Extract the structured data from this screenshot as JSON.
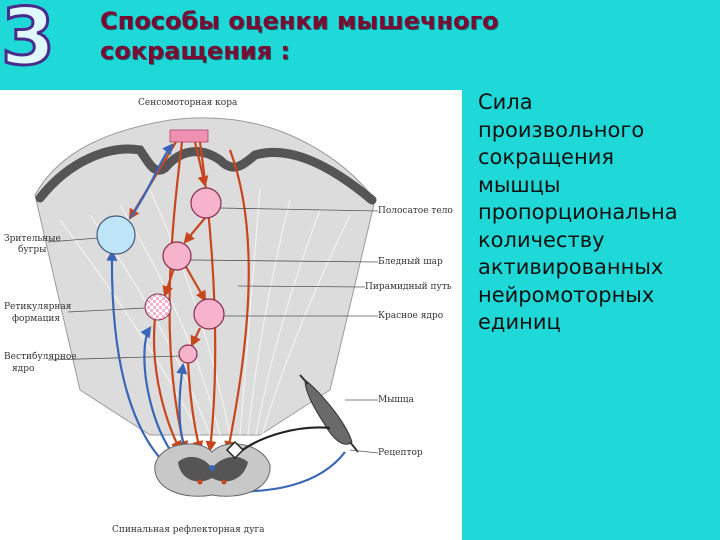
{
  "slide": {
    "number": "3",
    "title_line1": "Способы оценки мышечного",
    "title_line2": "сокращения :"
  },
  "figure": {
    "labels": {
      "sensorimotor_cortex": "Сенсомоторная кора",
      "striatum": "Полосатое тело",
      "thalamus_line1": "Зрительные",
      "thalamus_line2": "бугры",
      "pallidum": "Бледный шар",
      "pyramidal_path": "Пирамидный путь",
      "reticular_line1": "Ретикулярная",
      "reticular_line2": "формация",
      "red_nucleus": "Красное ядро",
      "vestibular_line1": "Вестибулярное",
      "vestibular_line2": "ядро",
      "muscle": "Мышца",
      "receptor": "Рецептор",
      "spinal_arc": "Спинальная рефлекторная дуга"
    },
    "colors": {
      "motor_path": "#c8461e",
      "sensory_path": "#3a66b8",
      "cortex_band": "#f090b0",
      "nucleus_pink": "#f6b3cb",
      "nucleus_blue": "#bfe6f8"
    }
  },
  "body_text": {
    "lines": [
      "Сила",
      "произвольного",
      "сокращения",
      "мышцы",
      "пропорциональна",
      "количеству",
      "активированных",
      "нейромоторных",
      "единиц"
    ]
  }
}
